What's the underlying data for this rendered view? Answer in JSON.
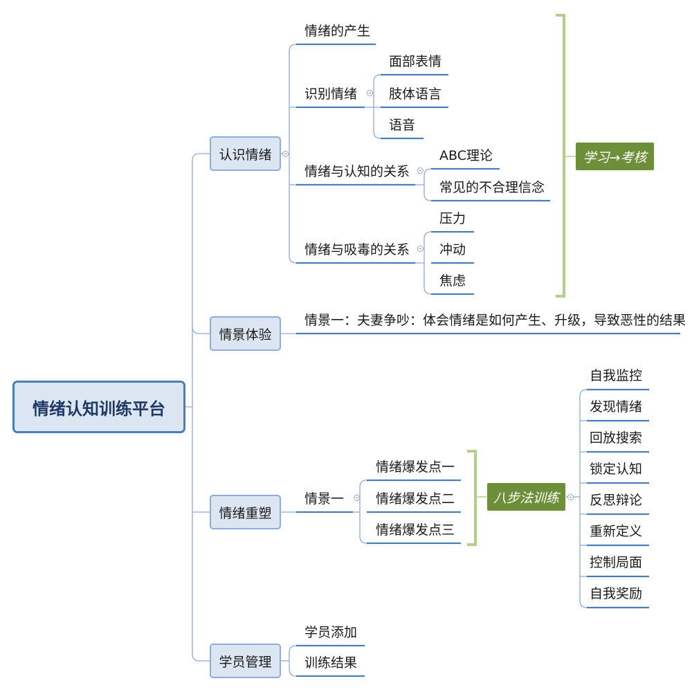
{
  "root": {
    "label": "情绪认知训练平台"
  },
  "branches": [
    {
      "label": "认识情绪"
    },
    {
      "label": "情景体验"
    },
    {
      "label": "情绪重塑"
    },
    {
      "label": "学员管理"
    }
  ],
  "recognize": {
    "emotion_origin": "情绪的产生",
    "identify": "识别情绪",
    "identify_children": [
      "面部表情",
      "肢体语言",
      "语音"
    ],
    "cognition": "情绪与认知的关系",
    "cognition_children": [
      "ABC理论",
      "常见的不合理信念"
    ],
    "drugs": "情绪与吸毒的关系",
    "drugs_children": [
      "压力",
      "冲动",
      "焦虑"
    ]
  },
  "experience": {
    "scene": "情景一：夫妻争吵：体会情绪是如何产生、升级，导致恶性的结果"
  },
  "reshape": {
    "scene": "情景一",
    "triggers": [
      "情绪爆发点一",
      "情绪爆发点二",
      "情绪爆发点三"
    ],
    "method": "八步法训练",
    "steps": [
      "自我监控",
      "发现情绪",
      "回放搜索",
      "锁定认知",
      "反思辩论",
      "重新定义",
      "控制局面",
      "自我奖励"
    ]
  },
  "students": {
    "items": [
      "学员添加",
      "训练结果"
    ]
  },
  "summary_tag": "学习→考核",
  "colors": {
    "line": "#4a7ebb",
    "connector": "#8faadc",
    "bracket": "#b3cf8a",
    "tag": "#6e8f3a",
    "node_fill": "#dce6f2"
  }
}
